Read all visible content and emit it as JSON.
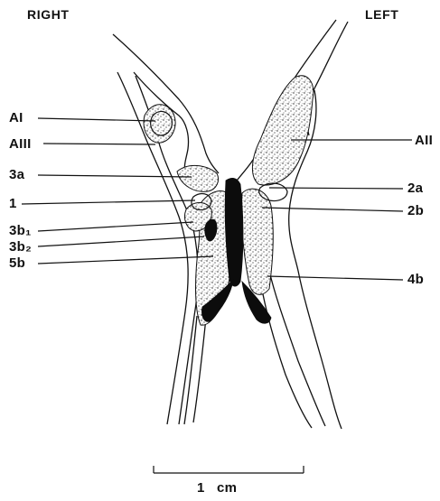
{
  "headers": {
    "right": "RIGHT",
    "left": "LEFT"
  },
  "labels": {
    "AI": "AI",
    "AIII": "AIII",
    "3a": "3a",
    "1": "1",
    "3b1": "3b₁",
    "3b2": "3b₂",
    "5b": "5b",
    "AII": "AII",
    "2a": "2a",
    "2b": "2b",
    "4b": "4b"
  },
  "scale_bar": {
    "label": "1   cm"
  }
}
